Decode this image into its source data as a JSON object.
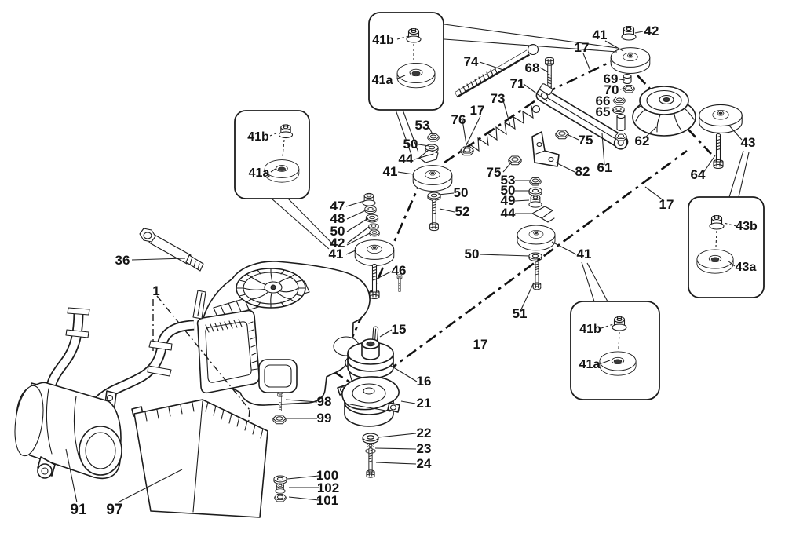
{
  "diagram": {
    "background": "#ffffff",
    "ink_color": "#1c1c1c",
    "belt_reference": "17",
    "assembly_reference": "1"
  },
  "parts": {
    "1": "1",
    "15": "15",
    "16": "16",
    "17": "17",
    "21": "21",
    "22": "22",
    "23": "23",
    "24": "24",
    "36": "36",
    "41": "41",
    "41a": "41a",
    "41b": "41b",
    "42": "42",
    "43": "43",
    "43a": "43a",
    "43b": "43b",
    "44": "44",
    "46": "46",
    "47": "47",
    "48": "48",
    "49": "49",
    "50": "50",
    "51": "51",
    "52": "52",
    "53": "53",
    "61": "61",
    "62": "62",
    "64": "64",
    "65": "65",
    "66": "66",
    "68": "68",
    "69": "69",
    "70": "70",
    "71": "71",
    "73": "73",
    "74": "74",
    "75": "75",
    "76": "76",
    "82": "82",
    "91": "91",
    "97": "97",
    "98": "98",
    "99": "99",
    "100": "100",
    "101": "101",
    "102": "102"
  }
}
